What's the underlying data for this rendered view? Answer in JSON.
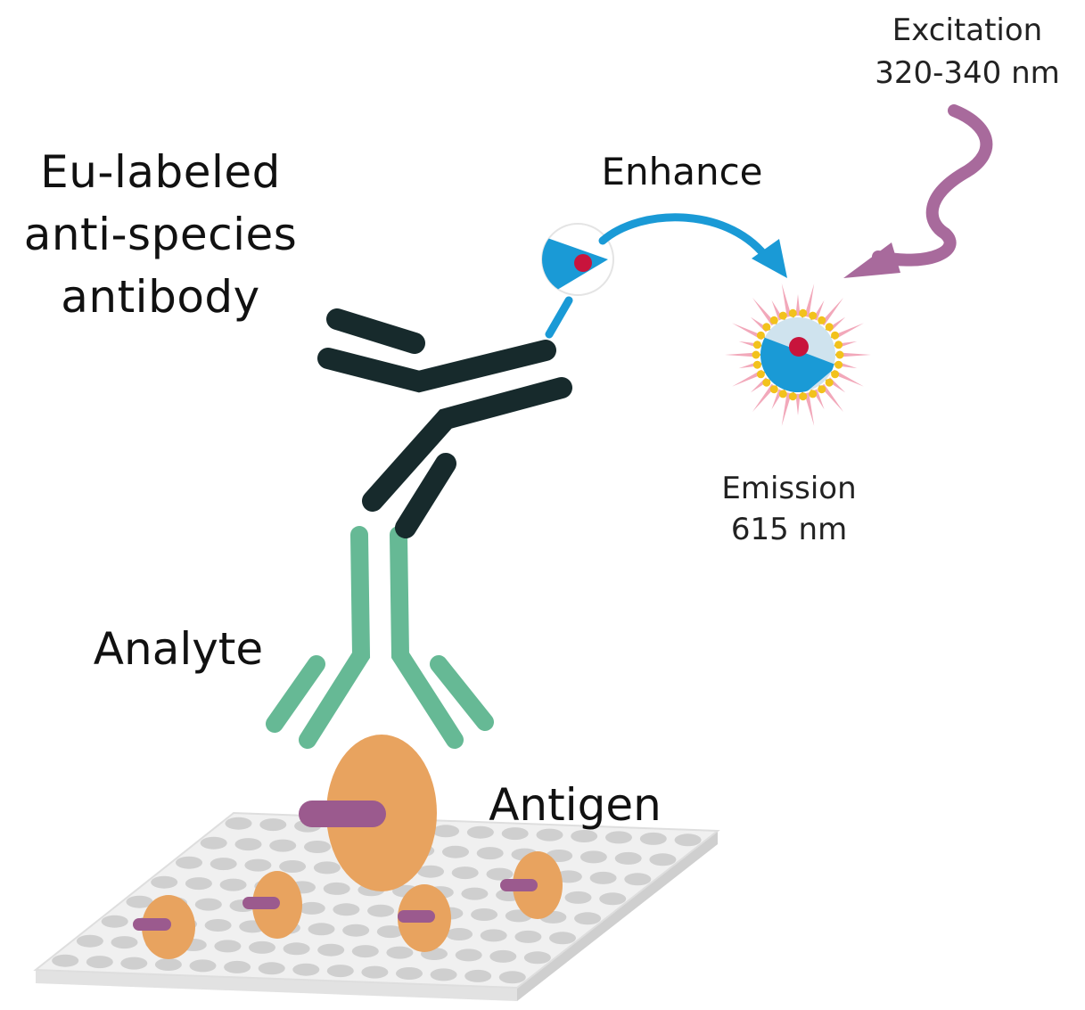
{
  "labels": {
    "eu_antibody": [
      "Eu-labeled",
      "anti-species",
      "antibody"
    ],
    "enhance": "Enhance",
    "excitation": [
      "Excitation",
      "320-340 nm"
    ],
    "emission": [
      "Emission",
      "615 nm"
    ],
    "analyte": "Analyte",
    "antigen": "Antigen"
  },
  "colors": {
    "eu_antibody": "#172a2c",
    "analyte_antibody": "#66b995",
    "antigen": "#e8a35f",
    "epitope": "#9b5a8e",
    "chelate_blue": "#1a9ad6",
    "europium_core": "#c8143c",
    "enhance_arrow": "#1a9ad6",
    "excitation_wave": "#a86a9c",
    "emission_rays": "#f2a8ba",
    "micelle_heads": "#f2c21c",
    "plate_top": "#eeeeee",
    "plate_well": "#cfcfcf",
    "plate_side": "#d6d6d6"
  }
}
